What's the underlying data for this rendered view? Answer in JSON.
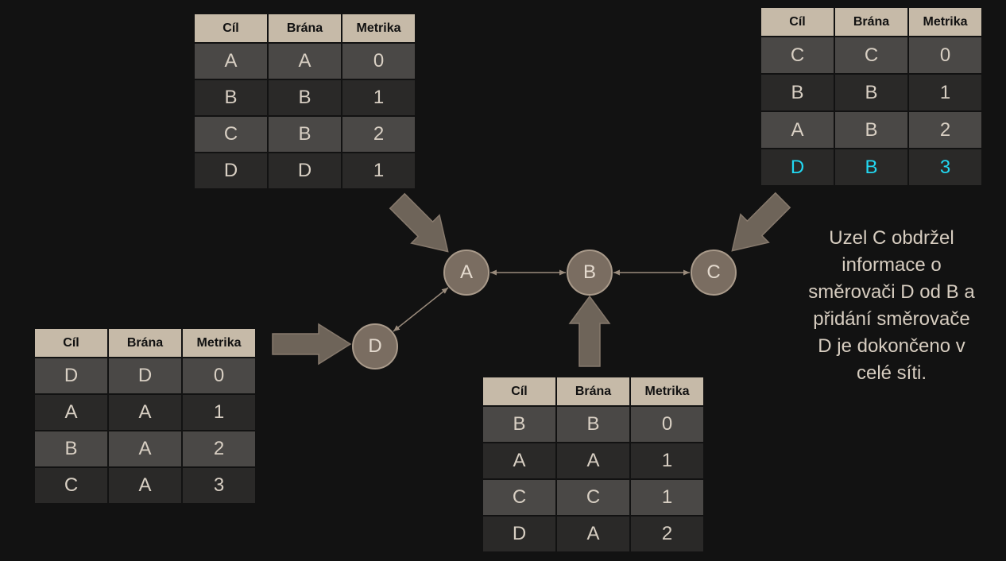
{
  "colors": {
    "page-bg": "#121212",
    "header-bg": "#c6baa8",
    "header-text": "#111111",
    "row-light": "#4a4846",
    "row-dark": "#2a2928",
    "cell-text": "#d8cfc3",
    "highlight-text": "#22d8f2",
    "node-fill": "#7a6d61",
    "node-border": "#a99a8a",
    "node-text": "#e4dace",
    "link": "#9a8b7c",
    "arrow-fill": "#6e6459",
    "arrow-stroke": "#86796c",
    "caption-text": "#d7cdc0"
  },
  "tables": {
    "a": {
      "headers": [
        "Cíl",
        "Brána",
        "Metrika"
      ],
      "rows": [
        [
          "A",
          "A",
          "0"
        ],
        [
          "B",
          "B",
          "1"
        ],
        [
          "C",
          "B",
          "2"
        ],
        [
          "D",
          "D",
          "1"
        ]
      ]
    },
    "c": {
      "headers": [
        "Cíl",
        "Brána",
        "Metrika"
      ],
      "rows": [
        [
          "C",
          "C",
          "0"
        ],
        [
          "B",
          "B",
          "1"
        ],
        [
          "A",
          "B",
          "2"
        ],
        [
          "D",
          "B",
          "3"
        ]
      ],
      "highlighted_row": 3
    },
    "d": {
      "headers": [
        "Cíl",
        "Brána",
        "Metrika"
      ],
      "rows": [
        [
          "D",
          "D",
          "0"
        ],
        [
          "A",
          "A",
          "1"
        ],
        [
          "B",
          "A",
          "2"
        ],
        [
          "C",
          "A",
          "3"
        ]
      ]
    },
    "b": {
      "headers": [
        "Cíl",
        "Brána",
        "Metrika"
      ],
      "rows": [
        [
          "B",
          "B",
          "0"
        ],
        [
          "A",
          "A",
          "1"
        ],
        [
          "C",
          "C",
          "1"
        ],
        [
          "D",
          "A",
          "2"
        ]
      ]
    }
  },
  "nodes": {
    "a": "A",
    "b": "B",
    "c": "C",
    "d": "D"
  },
  "caption": {
    "lines": [
      "Uzel C obdržel",
      "informace o",
      "směrovači D od B a",
      "přidání směrovače",
      "D je dokončeno v",
      "celé síti."
    ]
  }
}
